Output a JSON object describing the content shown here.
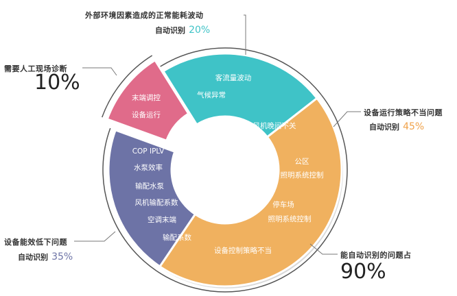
{
  "segments": [
    {
      "id": "env",
      "color": "#3fc3c7",
      "labels": [
        "客流量波动",
        "气候异常"
      ]
    },
    {
      "id": "strategy",
      "color": "#f0b15f",
      "labels": [
        "风机晚间不关",
        "公区",
        "照明系统控制",
        "停车场",
        "照明系统控制",
        "设备控制策略不当"
      ]
    },
    {
      "id": "efficiency",
      "color": "#6d73a6",
      "labels": [
        "COP  IPLV",
        "水泵效率",
        "输配水泵",
        "风机输配系数",
        "空调末端",
        "输配系数"
      ]
    },
    {
      "id": "manual",
      "color": "#e06b8a",
      "labels": [
        "末端调控",
        "设备运行"
      ]
    }
  ],
  "callouts": {
    "env": {
      "title": "外部环境因素造成的正常能耗波动",
      "sub": "自动识别",
      "pct": "20%",
      "pct_color": "#3fc3c7"
    },
    "strategy": {
      "title": "设备运行策略不当问题",
      "sub": "自动识别",
      "pct": "45%",
      "pct_color": "#f0a24a"
    },
    "efficiency": {
      "title": "设备能效低下问题",
      "sub": "自动识别",
      "pct": "35%",
      "pct_color": "#6d73a6"
    },
    "manual": {
      "title": "需要人工现场诊断",
      "pct": "10%"
    },
    "auto": {
      "title": "能自动识别的问题占",
      "pct": "90%"
    }
  }
}
